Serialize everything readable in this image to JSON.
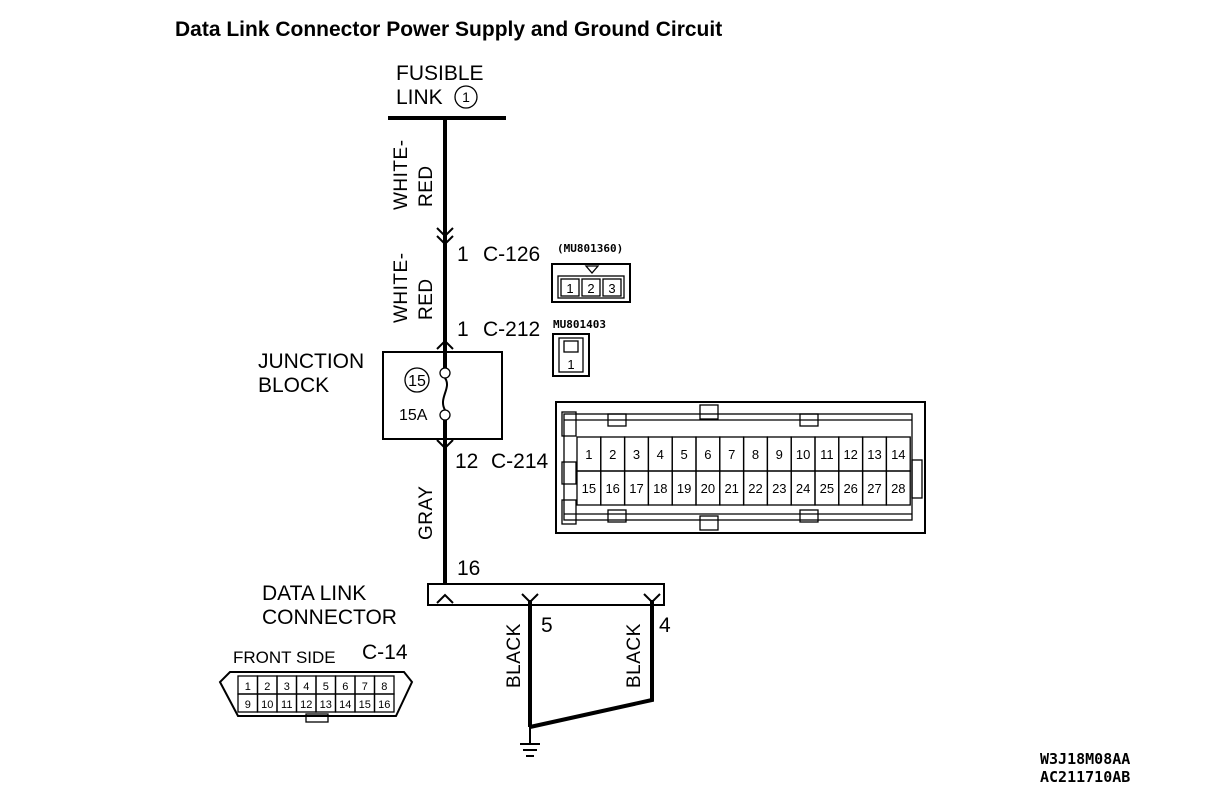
{
  "title": "Data Link Connector Power Supply and Ground Circuit",
  "fusible_link": {
    "line1": "FUSIBLE",
    "line2": "LINK",
    "number": "1"
  },
  "wires": {
    "upper_1": "WHITE-",
    "upper_2": "RED",
    "middle_1": "WHITE-",
    "middle_2": "RED",
    "lower": "GRAY",
    "ground_left": "BLACK",
    "ground_right": "BLACK"
  },
  "connectors": {
    "c126": {
      "pin": "1",
      "label": "C-126",
      "part": "(MU801360)",
      "pins": [
        "1",
        "2",
        "3"
      ]
    },
    "c212": {
      "pin": "1",
      "label": "C-212",
      "part": "MU801403",
      "pins": [
        "1"
      ]
    },
    "c214": {
      "pin": "12",
      "label": "C-214",
      "row1": [
        "1",
        "2",
        "3",
        "4",
        "5",
        "6",
        "7",
        "8",
        "9",
        "10",
        "11",
        "12",
        "13",
        "14"
      ],
      "row2": [
        "15",
        "16",
        "17",
        "18",
        "19",
        "20",
        "21",
        "22",
        "23",
        "24",
        "25",
        "26",
        "27",
        "28"
      ]
    },
    "c14": {
      "label": "C-14",
      "side": "FRONT SIDE",
      "row1": [
        "1",
        "2",
        "3",
        "4",
        "5",
        "6",
        "7",
        "8"
      ],
      "row2": [
        "9",
        "10",
        "11",
        "12",
        "13",
        "14",
        "15",
        "16"
      ]
    }
  },
  "junction_block": {
    "line1": "JUNCTION",
    "line2": "BLOCK",
    "fuse_number": "15",
    "fuse_rating": "15A"
  },
  "data_link_connector": {
    "line1": "DATA LINK",
    "line2": "CONNECTOR",
    "pin_power": "16",
    "pin_ground_a": "5",
    "pin_ground_b": "4"
  },
  "codes": {
    "code1": "W3J18M08AA",
    "code2": "AC211710AB"
  }
}
